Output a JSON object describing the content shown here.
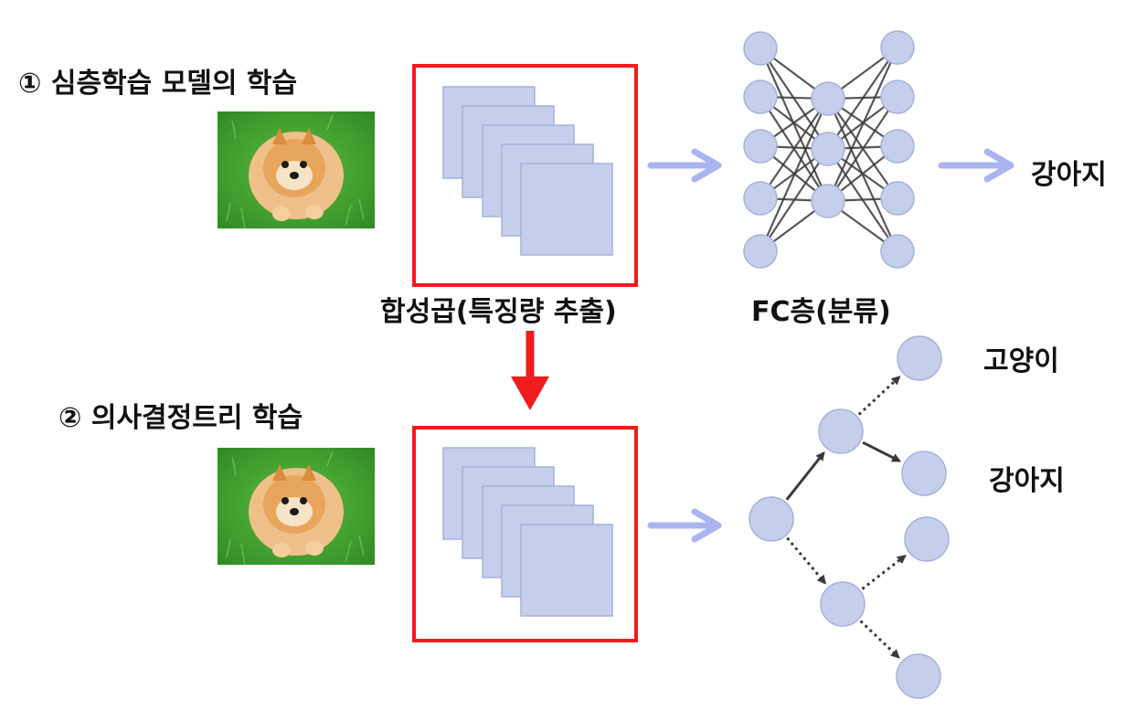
{
  "step1": {
    "label": "① 심층학습 모델의 학습"
  },
  "step2": {
    "label": "② 의사결정트리 학습"
  },
  "conv": {
    "label": "합성곱(특징량 추출)"
  },
  "fc": {
    "label": "FC층(분류)"
  },
  "output1": {
    "label": "강아지"
  },
  "tree": {
    "leaf_top": "고양이",
    "leaf_second": "강아지"
  },
  "image": {
    "subject": "pomeranian dog on grass"
  },
  "colors": {
    "accent_red": "#ee1c1c",
    "node_fill": "#c5cfeb",
    "node_stroke": "#a3b2dc",
    "arrow_light": "#a9b4f0",
    "edge_dark": "#3a3a3a"
  }
}
